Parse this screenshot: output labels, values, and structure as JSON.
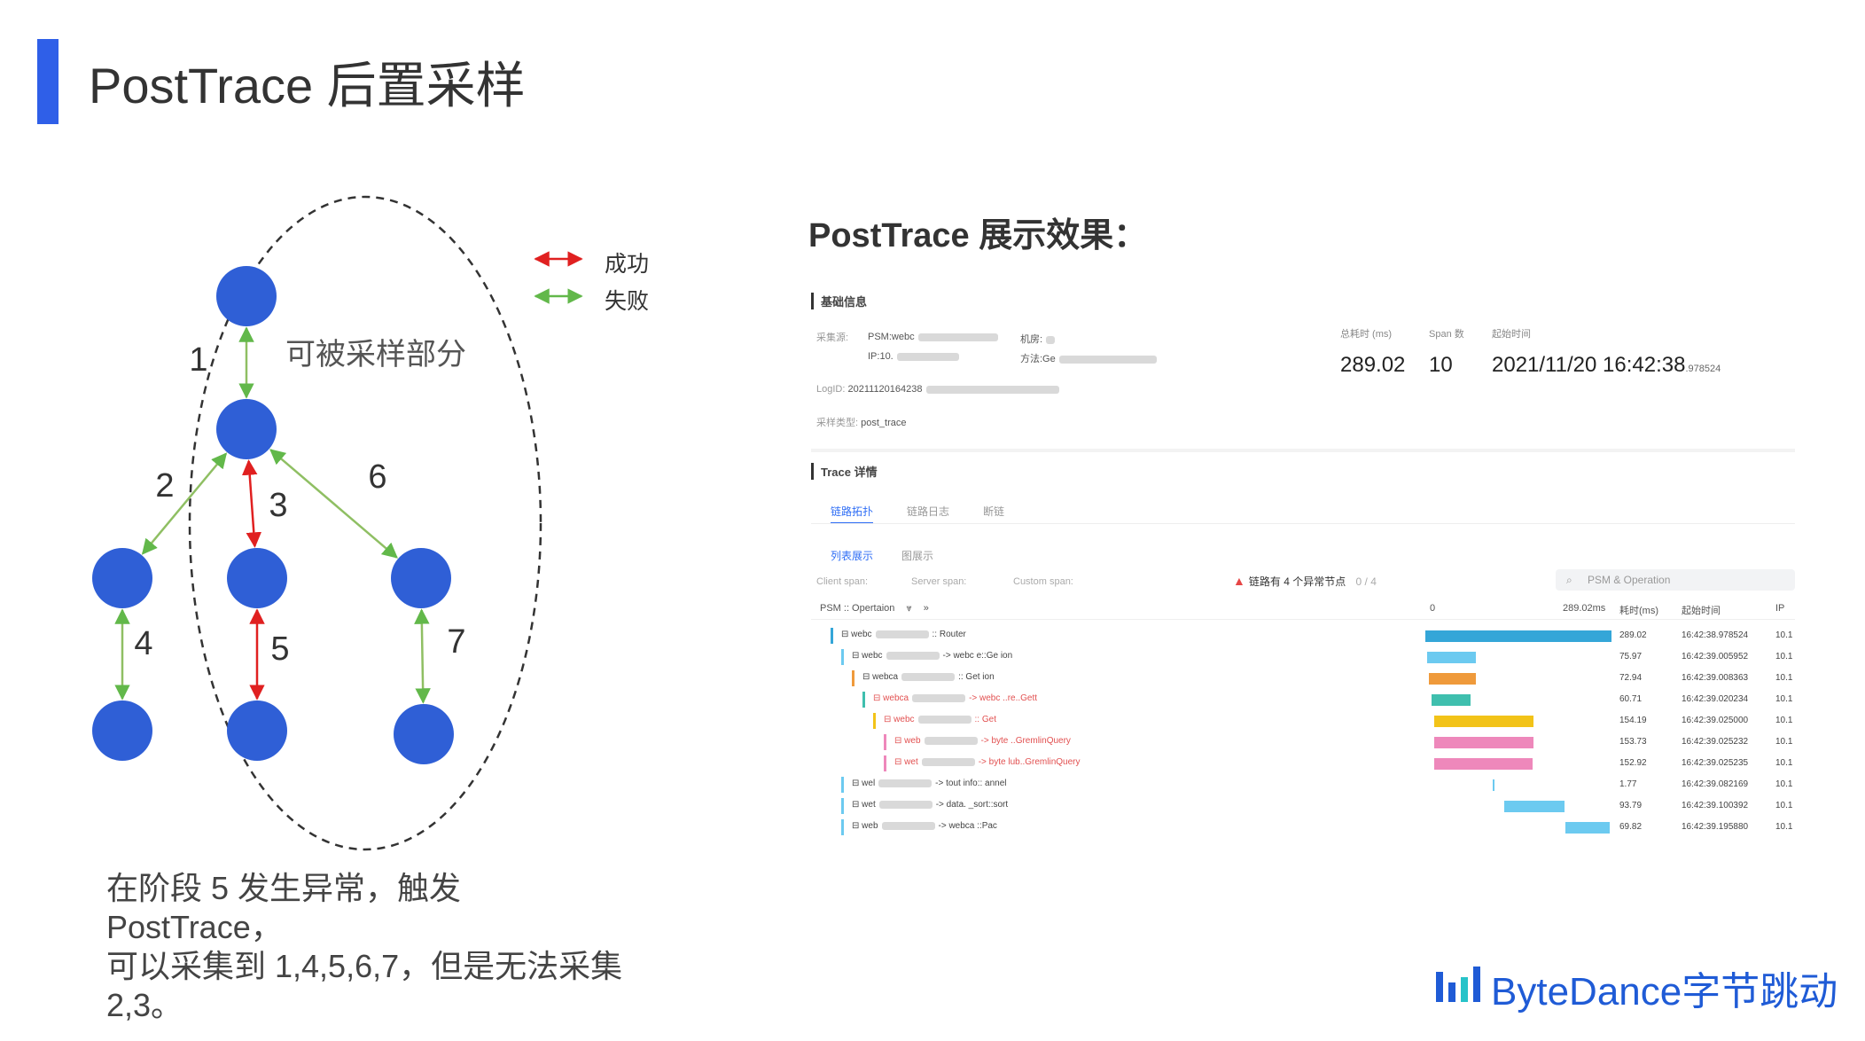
{
  "title": "PostTrace 后置采样",
  "legend": [
    {
      "label": "成功",
      "color": "#e02020"
    },
    {
      "label": "失败",
      "color": "#62b84a"
    }
  ],
  "graph": {
    "region_label": "可被采样部分",
    "edge_labels": [
      "1",
      "2",
      "3",
      "4",
      "5",
      "6",
      "7"
    ],
    "node_color": "#2f5fd6",
    "success_color": "#e02020",
    "fail_color": "#8fbf63"
  },
  "caption": [
    "在阶段 5 发生异常，触发",
    "PostTrace，",
    "可以采集到 1,4,5,6,7，但是无法采集",
    "2,3。"
  ],
  "panel_title": "PostTrace 展示效果：",
  "trace": {
    "basic_header": "基础信息",
    "collector_label": "采集源:",
    "psm": "PSM:webc",
    "ip": "IP:10.",
    "machine": "机房:",
    "method": "方法:Ge",
    "logid_label": "LogID:",
    "logid": "20211120164238",
    "sample_type_label": "采样类型:",
    "sample_type": "post_trace",
    "stats": {
      "total_label": "总耗时 (ms)",
      "span_label": "Span 数",
      "start_label": "起始时间",
      "total": "289.02",
      "span": "10",
      "start": "2021/11/20 16:42:38",
      "start_frac": ".978524"
    },
    "trace_header": "Trace 详情",
    "tabs": [
      "链路拓扑",
      "链路日志",
      "断链"
    ],
    "subtabs": [
      "列表展示",
      "图展示"
    ],
    "filters": [
      "Client span:",
      "Server span:",
      "Custom span:"
    ],
    "warning": "链路有 4 个异常节点",
    "warning_count": "0 / 4",
    "search_placeholder": "PSM & Operation",
    "columns": {
      "psm_op": "PSM :: Opertaion",
      "zero": "0",
      "max": "289.02ms",
      "duration": "耗时(ms)",
      "start": "起始时间",
      "ip": "IP"
    },
    "rows": [
      {
        "name": "webc",
        "op": ":: Router",
        "color": "#34a6d8",
        "err": false,
        "indent": 0,
        "start": 0.0,
        "dur": 289.02,
        "dur_text": "289.02",
        "time": "16:42:38.978524",
        "ip": "10.1"
      },
      {
        "name": "webc",
        "op": "-> webc   e::Ge   ion",
        "color": "#6ccaf0",
        "err": false,
        "indent": 1,
        "start": 3.0,
        "dur": 75.97,
        "dur_text": "75.97",
        "time": "16:42:39.005952",
        "ip": "10.1"
      },
      {
        "name": "webca",
        "op": ":: Get   ion",
        "color": "#ef9a3b",
        "err": false,
        "indent": 2,
        "start": 5.0,
        "dur": 72.94,
        "dur_text": "72.94",
        "time": "16:42:39.008363",
        "ip": "10.1"
      },
      {
        "name": "webca",
        "op": "-> webc   ..re..Gett",
        "color": "#3fbfae",
        "err": true,
        "indent": 3,
        "start": 10.0,
        "dur": 60.71,
        "dur_text": "60.71",
        "time": "16:42:39.020234",
        "ip": "10.1"
      },
      {
        "name": "webc",
        "op": ":: Get",
        "color": "#f2c318",
        "err": true,
        "indent": 4,
        "start": 14.0,
        "dur": 154.19,
        "dur_text": "154.19",
        "time": "16:42:39.025000",
        "ip": "10.1"
      },
      {
        "name": "web",
        "op": "-> byte   ..GremlinQuery",
        "color": "#ee88bb",
        "err": true,
        "indent": 5,
        "start": 14.0,
        "dur": 153.73,
        "dur_text": "153.73",
        "time": "16:42:39.025232",
        "ip": "10.1"
      },
      {
        "name": "wet",
        "op": "-> byte   lub..GremlinQuery",
        "color": "#ee88bb",
        "err": true,
        "indent": 5,
        "start": 14.0,
        "dur": 152.92,
        "dur_text": "152.92",
        "time": "16:42:39.025235",
        "ip": "10.1"
      },
      {
        "name": "wel",
        "op": "-> tout   info::   annel",
        "color": "#6ccaf0",
        "err": false,
        "indent": 1,
        "start": 104.0,
        "dur": 1.77,
        "dur_text": "1.77",
        "time": "16:42:39.082169",
        "ip": "10.1"
      },
      {
        "name": "wet",
        "op": "-> data.   _sort::sort",
        "color": "#6ccaf0",
        "err": false,
        "indent": 1,
        "start": 122.0,
        "dur": 93.79,
        "dur_text": "93.79",
        "time": "16:42:39.100392",
        "ip": "10.1"
      },
      {
        "name": "web",
        "op": "-> webca   ::Pac",
        "color": "#6ccaf0",
        "err": false,
        "indent": 1,
        "start": 217.0,
        "dur": 69.82,
        "dur_text": "69.82",
        "time": "16:42:39.195880",
        "ip": "10.1"
      }
    ]
  },
  "logo": {
    "text": "ByteDance字节跳动",
    "color": "#1f5bd6"
  }
}
